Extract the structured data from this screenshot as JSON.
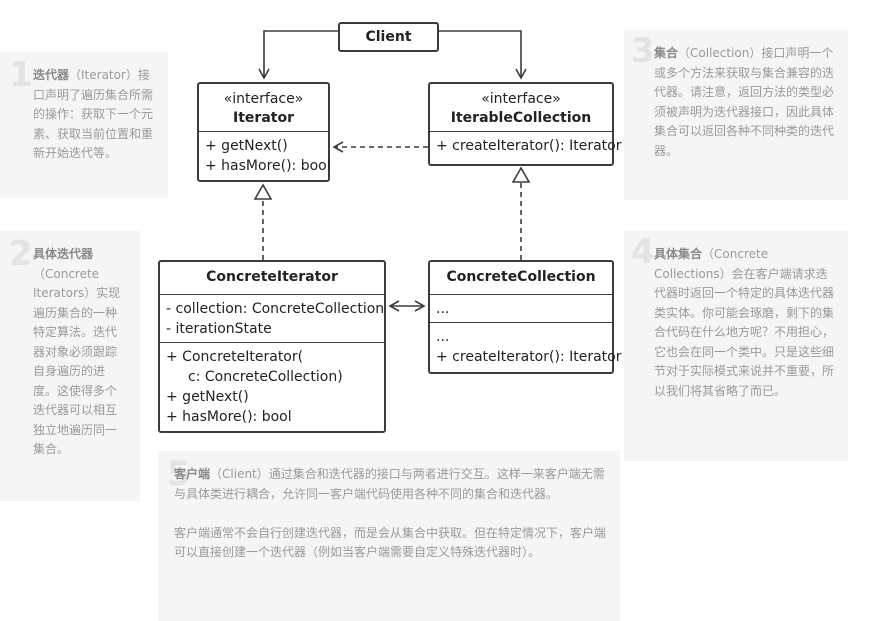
{
  "notes": [
    {
      "num": "1",
      "bold": "迭代器",
      "text": "（Iterator）接口声明了遍历集合所需的操作：获取下一个元素、获取当前位置和重新开始迭代等。"
    },
    {
      "num": "2",
      "bold": "具体迭代器",
      "text": "（Concrete Iterators）实现遍历集合的一种特定算法。迭代器对象必须跟踪自身遍历的进度。这使得多个迭代器可以相互独立地遍历同一集合。"
    },
    {
      "num": "3",
      "bold": "集合",
      "text": "（Collection）接口声明一个或多个方法来获取与集合兼容的迭代器。请注意，返回方法的类型必须被声明为迭代器接口，因此具体集合可以返回各种不同种类的迭代器。"
    },
    {
      "num": "4",
      "bold": "具体集合",
      "text": "（Concrete Collections）会在客户端请求迭代器时返回一个特定的具体迭代器类实体。你可能会琢磨，剩下的集合代码在什么地方呢？不用担心，它也会在同一个类中。只是这些细节对于实际模式来说并不重要，所以我们将其省略了而已。"
    },
    {
      "num": "5",
      "bold": "客户端",
      "text": "（Client）通过集合和迭代器的接口与两者进行交互。这样一来客户端无需与具体类进行耦合，允许同一客户端代码使用各种不同的集合和迭代器。",
      "text2": "客户端通常不会自行创建迭代器，而是会从集合中获取。但在特定情况下，客户端可以直接创建一个迭代器（例如当客户端需要自定义特殊迭代器时）。"
    }
  ],
  "client": {
    "name": "Client"
  },
  "iterator": {
    "stereotype": "«interface»",
    "name": "Iterator",
    "methods": [
      "+ getNext()",
      "+ hasMore(): bool"
    ]
  },
  "iterable": {
    "stereotype": "«interface»",
    "name": "IterableCollection",
    "methods": [
      "+ createIterator(): Iterator"
    ]
  },
  "concrete_iterator": {
    "name": "ConcreteIterator",
    "fields": [
      "- collection: ConcreteCollection",
      "- iterationState"
    ],
    "methods": [
      "+ ConcreteIterator(",
      "c: ConcreteCollection)",
      "+ getNext()",
      "+ hasMore(): bool"
    ]
  },
  "concrete_collection": {
    "name": "ConcreteCollection",
    "fields": [
      "..."
    ],
    "methods": [
      "...",
      "+ createIterator(): Iterator"
    ]
  }
}
